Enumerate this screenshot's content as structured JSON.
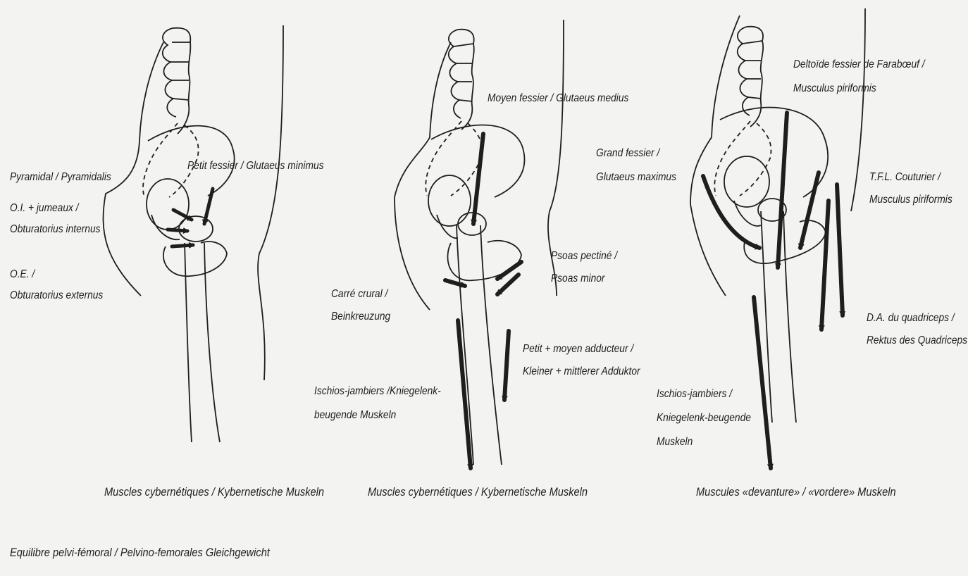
{
  "panel_1": {
    "label_petit_fessier": "Petit fessier / Glutaeus minimus",
    "label_pyramidal": "Pyramidal / Pyramidalis",
    "label_oi_1": "O.I. + jumeaux /",
    "label_oi_2": "Obturatorius internus",
    "label_oe_1": "O.E. /",
    "label_oe_2": "Obturatorius externus",
    "caption": "Muscles cybernétiques / Kybernetische Muskeln"
  },
  "panel_2": {
    "label_moyen_fessier": "Moyen fessier / Glutaeus medius",
    "label_psoas_1": "Psoas pectiné /",
    "label_psoas_2": "Psoas minor",
    "label_carre_1": "Carré crural /",
    "label_carre_2": "Beinkreuzung",
    "label_adducteur_1": "Petit + moyen adducteur /",
    "label_adducteur_2": "Kleiner + mittlerer Adduktor",
    "label_ischios_1": "Ischios-jambiers /Kniegelenk-",
    "label_ischios_2": "beugende  Muskeln",
    "caption": "Muscles cybernétiques / Kybernetische Muskeln"
  },
  "panel_3": {
    "label_deltoide_1": "Deltoïde fessier de Farabœuf /",
    "label_deltoide_2": "Musculus piriformis",
    "label_grand_fessier_1": "Grand fessier /",
    "label_grand_fessier_2": "Glutaeus maximus",
    "label_tfl_1": "T.F.L. Couturier /",
    "label_tfl_2": "Musculus piriformis",
    "label_da_1": "D.A. du quadriceps /",
    "label_da_2": "Rektus des Quadriceps",
    "label_ischios_1": "Ischios-jambiers /",
    "label_ischios_2": "Kniegelenk-beugende",
    "label_ischios_3": "Muskeln",
    "caption": "Muscules «devanture» / «vordere» Muskeln"
  },
  "footer": "Equilibre pelvi-fémoral / Pelvino-femorales Gleichgewicht",
  "colors": {
    "background": "#f3f3f1",
    "ink": "#1e1e1e"
  }
}
